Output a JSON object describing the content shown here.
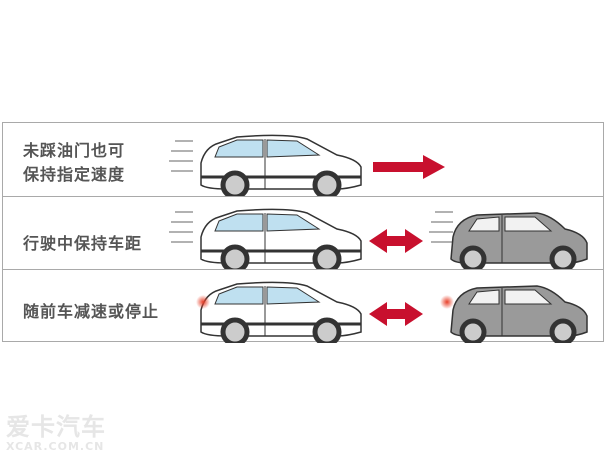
{
  "rows": [
    {
      "label_lines": [
        "未踩油门也可",
        "保持指定速度"
      ]
    },
    {
      "label": "行驶中保持车距"
    },
    {
      "label": "随前车减速或停止"
    }
  ],
  "watermark": {
    "cn": "爱卡汽车",
    "en": "XCAR.COM.CN"
  },
  "colors": {
    "arrow": "#c8102e",
    "border": "#a9a9a9",
    "text": "#555555",
    "lead_car": "#9a9a9a",
    "brake_light": "#e8402a"
  }
}
